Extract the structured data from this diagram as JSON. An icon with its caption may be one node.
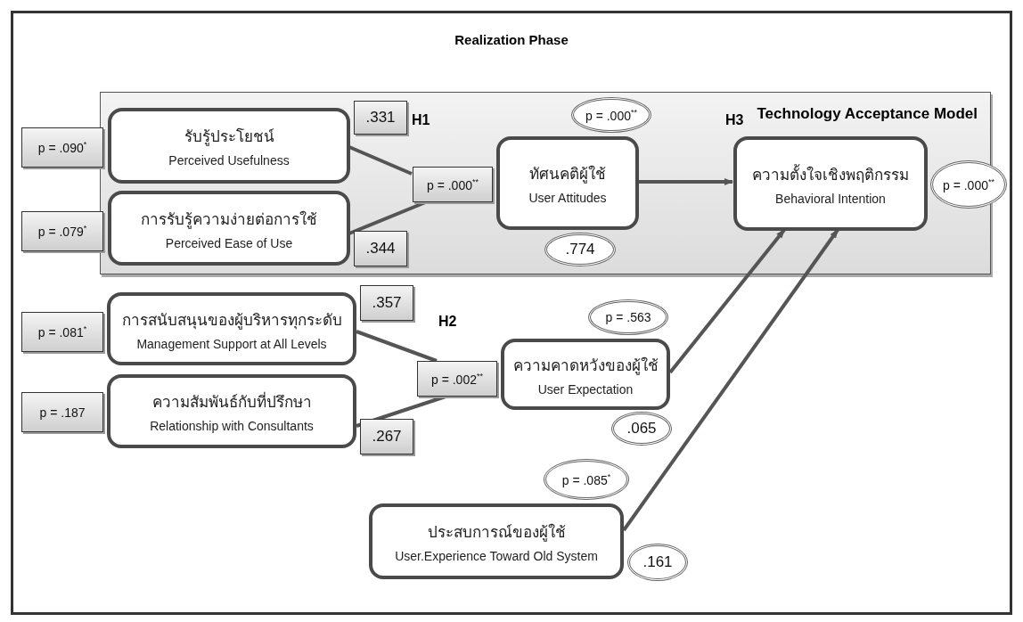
{
  "diagram": {
    "title": "Realization Phase",
    "nodes": [
      {
        "text": [
          "Technology Acceptance Model"
        ]
      },
      {
        "text": [
          "p = .090$^{*}$"
        ]
      },
      {
        "text": [
          "รับรู้ประโยชน์",
          "Perceived Usefulness"
        ],
        "in": 0
      },
      {
        "text": [
          ".331"
        ],
        "in": 0
      },
      {
        "text": [
          "p = .079$^{*}$"
        ]
      },
      {
        "text": [
          "การรับรู้ความง่ายต่อการใช้",
          "Perceived Ease of Use"
        ],
        "in": 0
      },
      {
        "text": [
          ".344"
        ],
        "in": 0
      },
      {
        "text": [
          "p = .000$^{**}$"
        ],
        "in": 0
      },
      {
        "text": [
          "ทัศนคติผู้ใช้",
          "User Attitudes"
        ],
        "in": 0
      },
      {
        "text": [
          "p = .000$^{**}$"
        ],
        "in": 0
      },
      {
        "text": [
          ".774"
        ],
        "in": 0
      },
      {
        "text": [
          "ความตั้งใจเชิงพฤติกรรม",
          "Behavioral Intention"
        ],
        "in": 0
      },
      {
        "text": [
          "p = .000$^{**}$"
        ]
      },
      {
        "text": [
          "p = .081$^{*}$"
        ]
      },
      {
        "text": [
          "การสนับสนุนของผู้บริหารทุกระดับ",
          "Management Support at All Levels"
        ]
      },
      {
        "text": [
          ".357"
        ]
      },
      {
        "text": [
          "p = .187"
        ]
      },
      {
        "text": [
          "ความสัมพันธ์กับที่ปรึกษา",
          "Relationship with Consultants"
        ]
      },
      {
        "text": [
          ".267"
        ]
      },
      {
        "text": [
          "p = .002$^{**}$"
        ]
      },
      {
        "text": [
          "ความคาดหวังของผู้ใช้",
          "User Expectation"
        ]
      },
      {
        "text": [
          "p = .563"
        ]
      },
      {
        "text": [
          ".065"
        ]
      },
      {
        "text": [
          "p = .085$^{*}$"
        ]
      },
      {
        "text": [
          "ประสบการณ์ของผู้ใช้",
          "User.Experience Toward Old System"
        ]
      },
      {
        "text": [
          ".161"
        ]
      }
    ],
    "edges": [
      {
        "from": 2,
        "to": 7,
        "arrow": "none"
      },
      {
        "from": 5,
        "to": 7,
        "arrow": "none"
      },
      {
        "from": 8,
        "to": 11,
        "arrow": "to"
      },
      {
        "from": 14,
        "to": 19,
        "arrow": "none"
      },
      {
        "from": 17,
        "to": 19,
        "arrow": "none"
      },
      {
        "from": 20,
        "to": 11,
        "arrow": "to"
      },
      {
        "from": 24,
        "to": 11,
        "arrow": "to"
      }
    ],
    "labels": [
      "H1",
      "H3",
      "H2"
    ]
  }
}
